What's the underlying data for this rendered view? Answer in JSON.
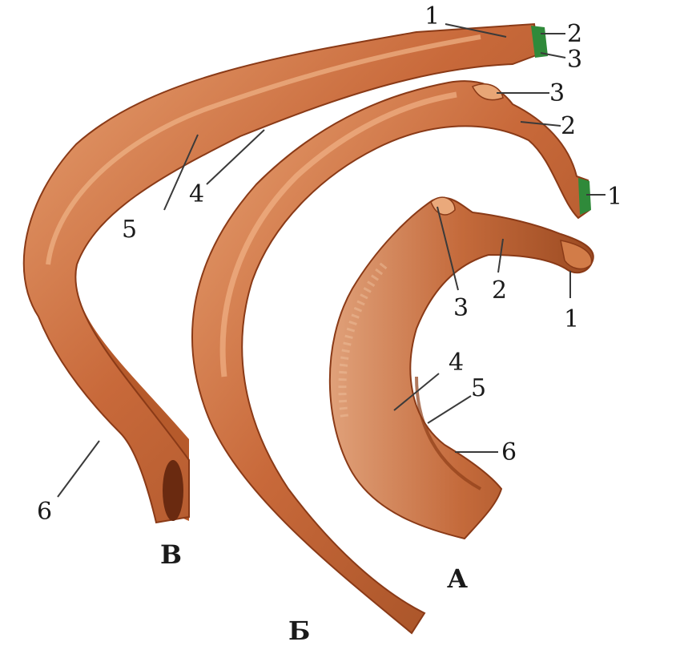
{
  "ribs": [
    {
      "letter": "В",
      "labels": [
        "1",
        "2",
        "3",
        "4",
        "5",
        "6"
      ]
    },
    {
      "letter": "Б",
      "labels": [
        "3",
        "2",
        "1"
      ]
    },
    {
      "letter": "А",
      "labels": [
        "1",
        "2",
        "3",
        "4",
        "5",
        "6"
      ]
    }
  ],
  "colors": {
    "bone": "#c4652f",
    "bone_dark": "#8a3a17",
    "bone_light": "#e59a6a",
    "cartilage": "#2f8a3a",
    "background": "#ffffff"
  }
}
